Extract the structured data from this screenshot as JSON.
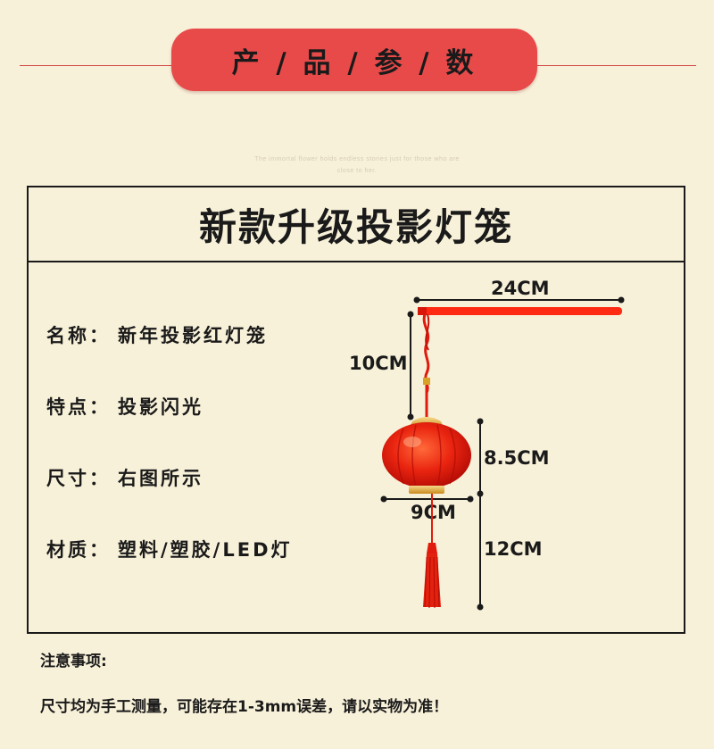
{
  "header": {
    "banner_title": "产 / 品 / 参 / 数",
    "tagline_line1": "The immortal flower holds endless stories just for those who are",
    "tagline_line2": "close to her."
  },
  "product": {
    "title": "新款升级投影灯笼",
    "specs": [
      {
        "label": "名称：",
        "value": "新年投影红灯笼"
      },
      {
        "label": "特点：",
        "value": "投影闪光"
      },
      {
        "label": "尺寸：",
        "value": "右图所示"
      },
      {
        "label": "材质：",
        "value": "塑料/塑胶/LED灯"
      }
    ]
  },
  "dimensions": {
    "pole_length": "24CM",
    "string_length": "10CM",
    "lantern_height": "8.5CM",
    "lantern_width": "9CM",
    "tassel_length": "12CM"
  },
  "notes": {
    "heading": "注意事项:",
    "body": "尺寸均为手工测量，可能存在1-3mm误差，请以实物为准！"
  },
  "colors": {
    "background": "#f8f1d9",
    "banner": "#e84a4a",
    "lantern_red": "#e8220f",
    "gold": "#d9a227"
  }
}
